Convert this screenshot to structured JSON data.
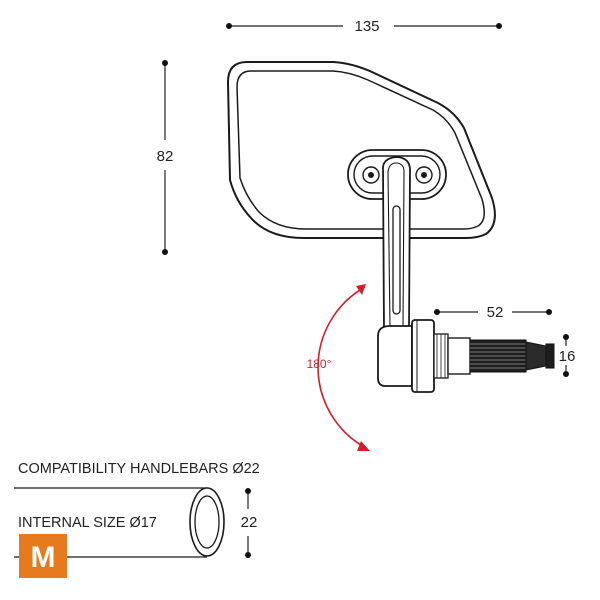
{
  "dimensions": {
    "width": "135",
    "height": "82",
    "bar_end_length": "52",
    "bar_end_diameter": "16",
    "tube_diameter": "22"
  },
  "rotation": {
    "label": "180°",
    "color": "#d0202a"
  },
  "compatibility": {
    "handlebars_label": "COMPATIBILITY HANDLEBARS  Ø22",
    "internal_size_label": "INTERNAL SIZE  Ø17"
  },
  "logo": {
    "letter": "M",
    "color": "#e87a1e"
  },
  "colors": {
    "line": "#1a1a1a",
    "accent": "#d0202a",
    "brand": "#e87a1e"
  }
}
